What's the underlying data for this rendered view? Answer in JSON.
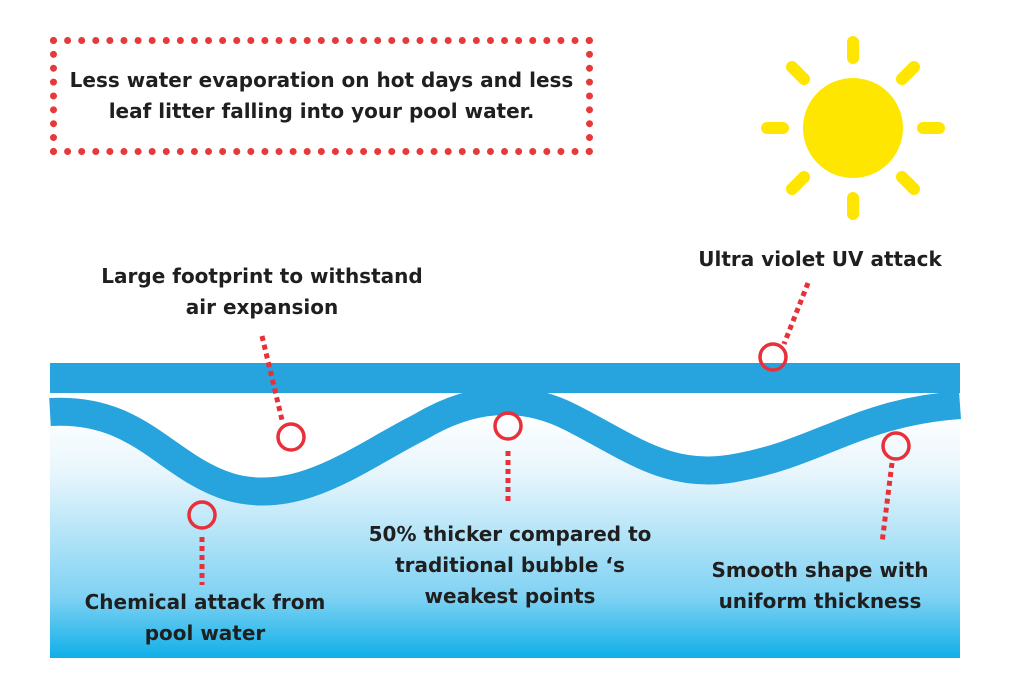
{
  "colors": {
    "sun": "#ffe600",
    "cover_blue": "#27a3de",
    "water_light": "#eaf6fd",
    "water_deep": "#15b0e8",
    "marker_red": "#e8303a",
    "text": "#1f1f1f"
  },
  "callout": {
    "line1": "Less water evaporation on hot days and less",
    "line2": "leaf litter falling into your pool water."
  },
  "labels": {
    "footprint": {
      "line1": "Large footprint to withstand",
      "line2": "air expansion"
    },
    "uv": {
      "line1": "Ultra violet UV attack"
    },
    "chemical": {
      "line1": "Chemical attack from",
      "line2": "pool water"
    },
    "thicker": {
      "line1": "50% thicker compared to",
      "line2": "traditional bubble ‘s",
      "line3": "weakest points"
    },
    "smooth": {
      "line1": "Smooth shape with",
      "line2": "uniform thickness"
    }
  },
  "icons": {
    "sun": "sun-icon",
    "marker": "circle-marker-icon"
  }
}
